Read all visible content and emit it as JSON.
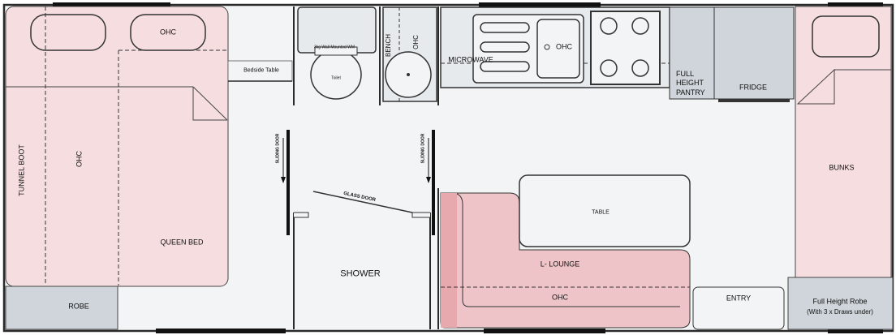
{
  "labels": {
    "ohc_bed_cabinet": "OHC",
    "tunnel_boot": "TUNNEL BOOT",
    "ohc_rear_vertical": "OHC",
    "queen_bed": "QUEEN BED",
    "robe": "ROBE",
    "bedside_table": "Bedside Table",
    "wall_mounted_wm": "3kg Wall Mounted WM",
    "toilet": "Toilet",
    "bench": "BENCH",
    "ohc_bench": "OHC",
    "microwave": "MICROWAVE",
    "ohc_kitchen": "OHC",
    "full_height_pantry": "FULL HEIGHT PANTRY",
    "fridge": "FRIDGE",
    "bunks": "BUNKS",
    "full_height_robe_line1": "Full Height Robe",
    "full_height_robe_line2": "(With 3 x Draws under)",
    "sliding_door_left": "SLIDING DOOR",
    "sliding_door_right": "SLIDING DOOR",
    "glass_door": "GLASS DOOR",
    "shower": "SHOWER",
    "table": "TABLE",
    "l_lounge": "L- LOUNGE",
    "ohc_lounge": "OHC",
    "entry": "ENTRY"
  },
  "colors": {
    "wall": "#2a2a2a",
    "floor": "#f3f4f5",
    "pink_fill": "#f6dde0",
    "grey_fill": "#cfd5da",
    "lounge_fill": "#efc4c8",
    "fixture_fill": "#e7eaed",
    "window": "#111111"
  }
}
